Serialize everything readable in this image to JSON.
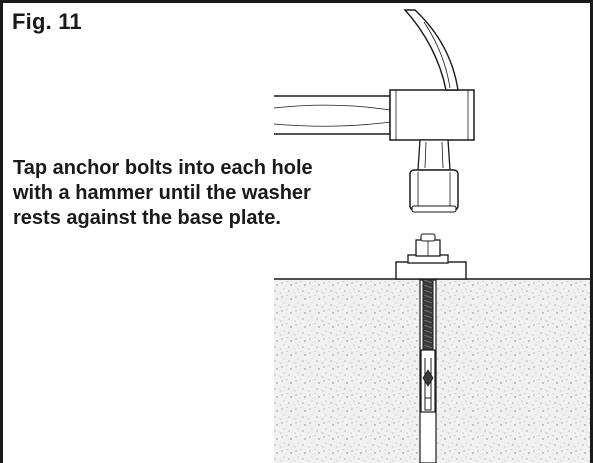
{
  "figure": {
    "label": "Fig. 11",
    "instruction_lines": [
      "Tap anchor bolts into each hole",
      "with a hammer until the washer",
      "rests against the base plate."
    ]
  },
  "illustration": {
    "elements": [
      "hammer",
      "anchor-bolt",
      "washer",
      "nut",
      "base-plate",
      "concrete-floor",
      "expansion-sleeve"
    ]
  }
}
